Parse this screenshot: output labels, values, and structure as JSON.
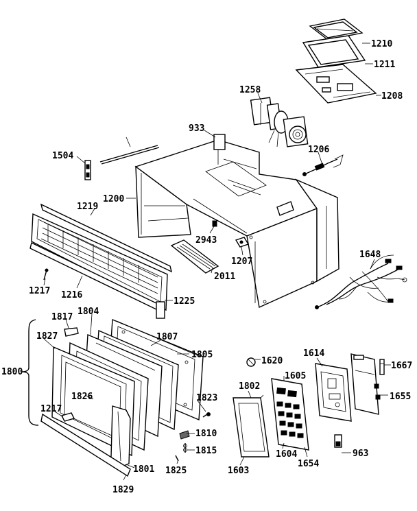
{
  "labels": {
    "p1210": "1210",
    "p1211": "1211",
    "p1208": "1208",
    "p1258": "1258",
    "p933": "933",
    "p1206": "1206",
    "p1504": "1504",
    "p1200": "1200",
    "p1219": "1219",
    "p2943": "2943",
    "p1207": "1207",
    "p2011": "2011",
    "p1648": "1648",
    "p1217a": "1217",
    "p1216": "1216",
    "p1225": "1225",
    "p1817": "1817",
    "p1804": "1804",
    "p1827": "1827",
    "p1807": "1807",
    "p1805": "1805",
    "p1800": "1800",
    "p1826": "1826",
    "p1823": "1823",
    "p1217b": "1217",
    "p1810": "1810",
    "p1815": "1815",
    "p1801": "1801",
    "p1825": "1825",
    "p1829": "1829",
    "p1620": "1620",
    "p1614": "1614",
    "p1667": "1667",
    "p1605": "1605",
    "p1802": "1802",
    "p1655": "1655",
    "p1604": "1604",
    "p1654": "1654",
    "p963": "963",
    "p1603": "1603"
  }
}
